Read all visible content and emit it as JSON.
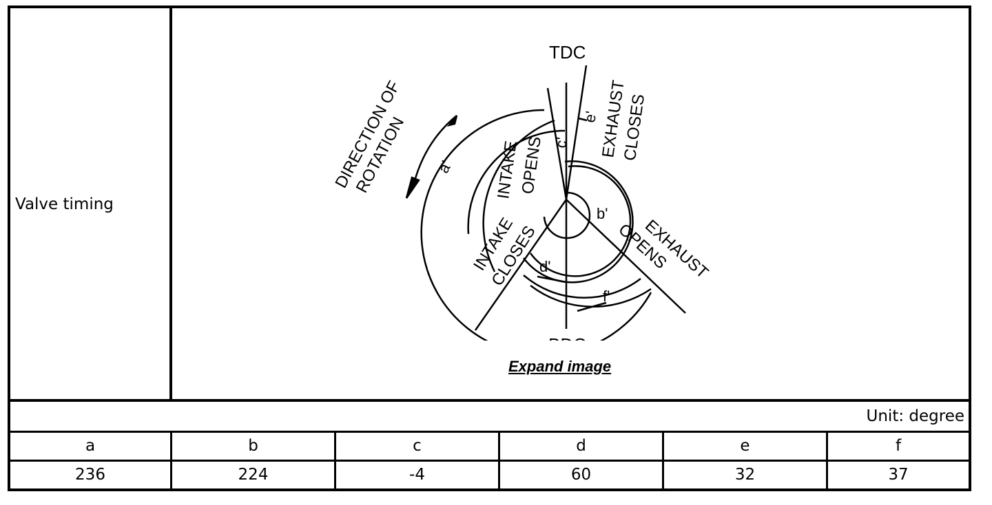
{
  "row_label": "Valve timing",
  "diagram": {
    "tdc": "TDC",
    "bdc": "BDC",
    "direction_line1": "DIRECTION OF",
    "direction_line2": "ROTATION",
    "exhaust_closes_1": "EXHAUST",
    "exhaust_closes_2": "CLOSES",
    "intake_opens_1": "INTAKE",
    "intake_opens_2": "OPENS",
    "intake_closes_1": "INTAKE",
    "intake_closes_2": "CLOSES",
    "exhaust_opens_1": "EXHAUST",
    "exhaust_opens_2": "OPENS",
    "label_a": "a'",
    "label_b": "b'",
    "label_c": "c'",
    "label_d": "d'",
    "label_e": "e'",
    "label_f": "f'"
  },
  "expand_link": "Expand image",
  "unit": "Unit: degree",
  "table": {
    "headers": [
      "a",
      "b",
      "c",
      "d",
      "e",
      "f"
    ],
    "values": [
      "236",
      "224",
      "-4",
      "60",
      "32",
      "37"
    ]
  }
}
